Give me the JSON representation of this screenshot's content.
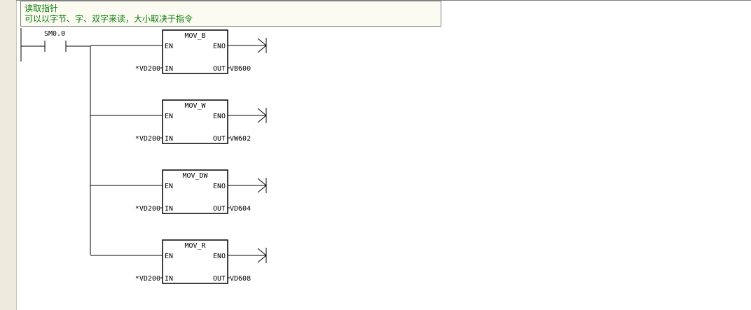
{
  "network": {
    "comment_title": "读取指针",
    "comment_body": "可以以字节、字、双字来读，大小取决于指令",
    "contact": {
      "label": "SM0.0"
    },
    "blocks": [
      {
        "name": "MOV_B",
        "en": "EN",
        "eno": "ENO",
        "in": "IN",
        "out": "OUT",
        "in_operand": "*VD200",
        "out_operand": "VB600"
      },
      {
        "name": "MOV_W",
        "en": "EN",
        "eno": "ENO",
        "in": "IN",
        "out": "OUT",
        "in_operand": "*VD200",
        "out_operand": "VW602"
      },
      {
        "name": "MOV_DW",
        "en": "EN",
        "eno": "ENO",
        "in": "IN",
        "out": "OUT",
        "in_operand": "*VD200",
        "out_operand": "VD604"
      },
      {
        "name": "MOV_R",
        "en": "EN",
        "eno": "ENO",
        "in": "IN",
        "out": "OUT",
        "in_operand": "*VD200",
        "out_operand": "VD608"
      }
    ]
  },
  "colors": {
    "comment_text": "#0a7a0a",
    "gutter": "#ecebdd",
    "lines": "#000000"
  }
}
